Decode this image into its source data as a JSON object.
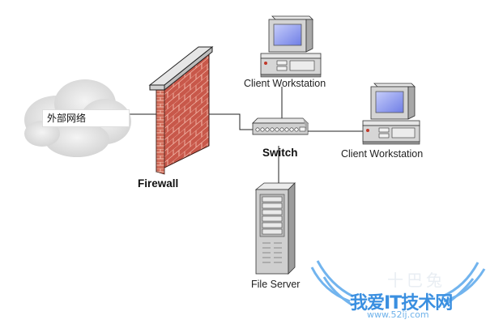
{
  "diagram": {
    "title": "Network topology with firewall",
    "nodes": {
      "internet": {
        "label": "外部网络",
        "type": "cloud"
      },
      "firewall": {
        "label": "Firewall",
        "type": "firewall"
      },
      "switch": {
        "label": "Switch",
        "type": "switch"
      },
      "client_top": {
        "label": "Client Workstation",
        "type": "workstation"
      },
      "client_right": {
        "label": "Client Workstation",
        "type": "workstation"
      },
      "file_server": {
        "label": "File Server",
        "type": "server"
      }
    },
    "edges": [
      {
        "from": "internet",
        "to": "firewall"
      },
      {
        "from": "firewall",
        "to": "switch"
      },
      {
        "from": "switch",
        "to": "client_top"
      },
      {
        "from": "switch",
        "to": "client_right"
      },
      {
        "from": "switch",
        "to": "file_server"
      }
    ],
    "colors": {
      "brick": "#c8584a",
      "brick_mortar": "#f0b0a0",
      "wall_cap": "#e4e4e4",
      "screen": "#8a96f0",
      "device_body": "#d8d8d8",
      "line": "#222222",
      "watermark": "#3a8fe0"
    }
  },
  "watermark": {
    "site_name": "我爱IT技术网",
    "url": "www.52ij.com",
    "faint_text": "十巴兔"
  }
}
